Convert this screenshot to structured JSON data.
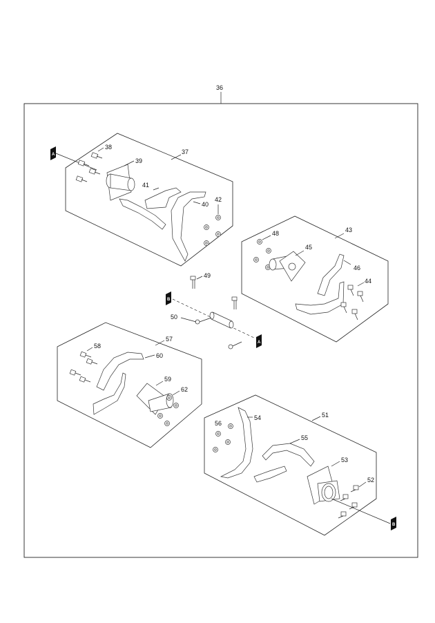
{
  "labels": {
    "l36": "36",
    "l37": "37",
    "l38": "38",
    "l39": "39",
    "l40": "40",
    "l41": "41",
    "l42": "42",
    "l43": "43",
    "l44": "44",
    "l45": "45",
    "l46": "46",
    "l48": "48",
    "l49": "49",
    "l50": "50",
    "l51": "51",
    "l52": "52",
    "l53": "53",
    "l54": "54",
    "l55": "55",
    "l56": "56",
    "l57": "57",
    "l58": "58",
    "l59": "59",
    "l60": "60",
    "l62": "62"
  },
  "flags": {
    "a": "A",
    "b": "B"
  }
}
